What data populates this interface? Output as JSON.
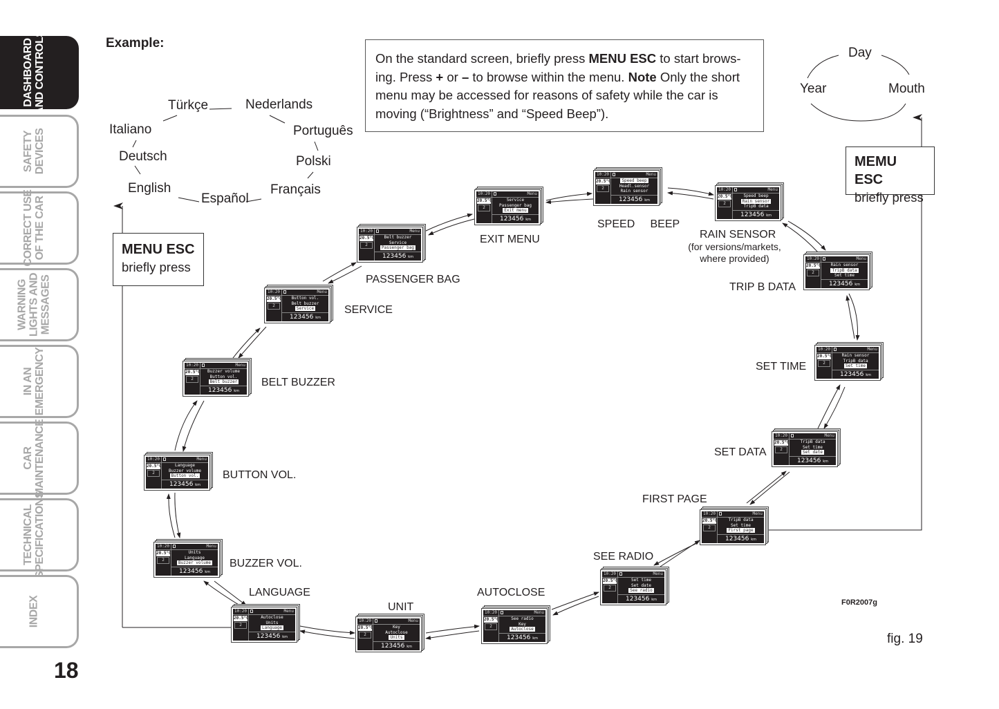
{
  "side_tabs": [
    {
      "label": "DASHBOARD\nAND CONTROLS",
      "active": true
    },
    {
      "label": "SAFETY\nDEVICES",
      "active": false
    },
    {
      "label": "CORRECT USE\nOF THE CAR",
      "active": false
    },
    {
      "label": "WARNING\nLIGHTS AND\nMESSAGES",
      "active": false
    },
    {
      "label": "IN AN\nEMERGENCY",
      "active": false
    },
    {
      "label": "CAR\nMAINTENANCE",
      "active": false
    },
    {
      "label": "TECHNICAL\nSPECIFICATIONS",
      "active": false
    },
    {
      "label": "INDEX",
      "active": false
    }
  ],
  "page_number": "18",
  "example_heading": "Example:",
  "note": {
    "part1": "On the standard screen, briefly press ",
    "bold1": "MENU ESC",
    "part2": " to start brows-ing. Press ",
    "bold2": "+",
    "part3": " or ",
    "bold3": "–",
    "part4": " to browse within the menu. ",
    "bold4": "Note",
    "part5": "  Only the short menu may be accessed for reasons of safety while the car is moving (“Brightness” and “Speed Beep”)."
  },
  "languages": [
    "Türkçe",
    "Nederlands",
    "Italiano",
    "Português",
    "Deutsch",
    "Polski",
    "English",
    "Français",
    "Español"
  ],
  "date_cycle": [
    "Day",
    "Year",
    "Mouth"
  ],
  "esc_left": {
    "title": "MENU ESC",
    "sub": "briefly press"
  },
  "esc_right": {
    "title": "MEMU ESC",
    "sub": "briefly press"
  },
  "screen_common": {
    "clock": "10:20",
    "temp": "20.5°C",
    "gear": "2",
    "header": "Menu",
    "odometer": "123456",
    "unit": "km"
  },
  "screens": [
    {
      "id": "exit-menu",
      "label": "EXIT MENU",
      "items": [
        "Service",
        "Passenger bag",
        "Exit menu"
      ]
    },
    {
      "id": "speed-beep",
      "label": "SPEED     BEEP",
      "items": [
        "Speed beep",
        "Headl.sensor",
        "Rain sensor"
      ],
      "selected": 0
    },
    {
      "id": "rain-sensor",
      "label": "RAIN SENSOR",
      "note": "(for versions/markets,\nwhere provided)",
      "items": [
        "Speed beep",
        "Rain sensor",
        "TripB data"
      ],
      "selected": 1
    },
    {
      "id": "trip-b-data",
      "label": "TRIP B DATA",
      "items": [
        "Rain sensor",
        "TripB data",
        "Set time"
      ],
      "selected": 1
    },
    {
      "id": "set-time",
      "label": "SET TIME",
      "items": [
        "Rain sensor",
        "TripB data",
        "Set time"
      ]
    },
    {
      "id": "set-data",
      "label": "SET DATA",
      "items": [
        "TripB data",
        "Set time",
        "Set date"
      ]
    },
    {
      "id": "first-page",
      "label": "FIRST PAGE",
      "items": [
        "TripB data",
        "Set time",
        "First page"
      ]
    },
    {
      "id": "see-radio",
      "label": "SEE RADIO",
      "items": [
        "Set time",
        "Set date",
        "See radio"
      ]
    },
    {
      "id": "autoclose",
      "label": "AUTOCLOSE",
      "items": [
        "See radio",
        "Key",
        "Autoclose"
      ]
    },
    {
      "id": "unit",
      "label": "UNIT",
      "items": [
        "Key",
        "Autoclose",
        "Units"
      ]
    },
    {
      "id": "language",
      "label": "LANGUAGE",
      "items": [
        "Autoclose",
        "Units",
        "Language"
      ]
    },
    {
      "id": "buzzer-vol",
      "label": "BUZZER VOL.",
      "items": [
        "Units",
        "Language",
        "Buzzer volume"
      ]
    },
    {
      "id": "button-vol",
      "label": "BUTTON VOL.",
      "items": [
        "Language",
        "Buzzer volume",
        "Button vol."
      ]
    },
    {
      "id": "belt-buzzer",
      "label": "BELT BUZZER",
      "items": [
        "Buzzer volume",
        "Button vol.",
        "Belt buzzer"
      ]
    },
    {
      "id": "service",
      "label": "SERVICE",
      "items": [
        "Button vol.",
        "Belt buzzer",
        "Service"
      ]
    },
    {
      "id": "passenger-bag",
      "label": "PASSENGER BAG",
      "items": [
        "Belt buzzer",
        "Service",
        "Passenger bag"
      ]
    }
  ],
  "figure_code": "F0R2007g",
  "figure_label": "fig. 19"
}
